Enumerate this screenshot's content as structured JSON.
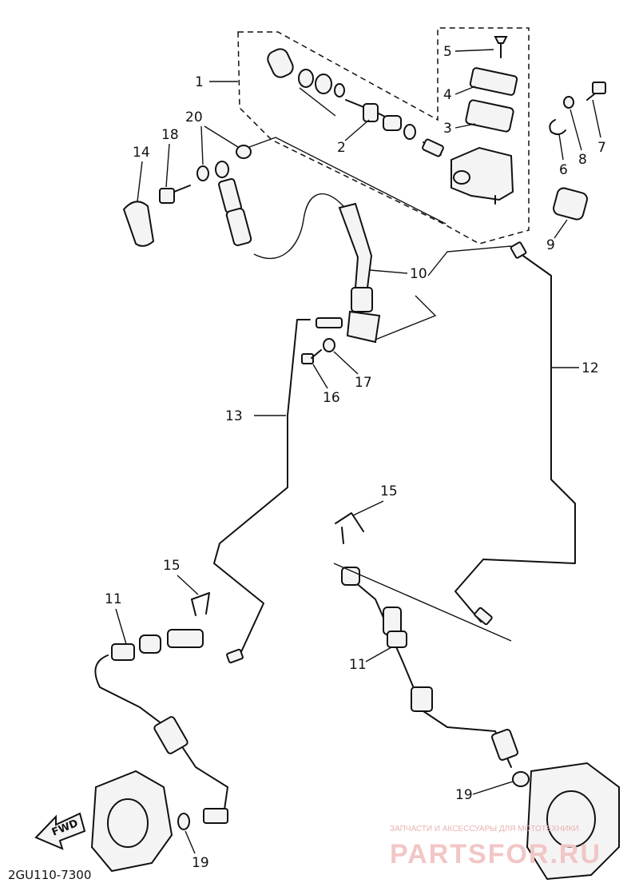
{
  "callouts": {
    "c1": "1",
    "c2": "2",
    "c3": "3",
    "c4": "4",
    "c5": "5",
    "c6": "6",
    "c7": "7",
    "c8": "8",
    "c9": "9",
    "c10": "10",
    "c11a": "11",
    "c11b": "11",
    "c12": "12",
    "c13": "13",
    "c14": "14",
    "c15a": "15",
    "c15b": "15",
    "c16": "16",
    "c17": "17",
    "c18": "18",
    "c19a": "19",
    "c19b": "19",
    "c20": "20"
  },
  "diagram_code": "2GU110-7300",
  "fwd_label": "FWD",
  "watermark": {
    "tagline": "ЗАПЧАСТИ И АКСЕССУАРЫ ДЛЯ МОТОТЕХНИКИ",
    "brand": "PARTSFOR.RU"
  }
}
